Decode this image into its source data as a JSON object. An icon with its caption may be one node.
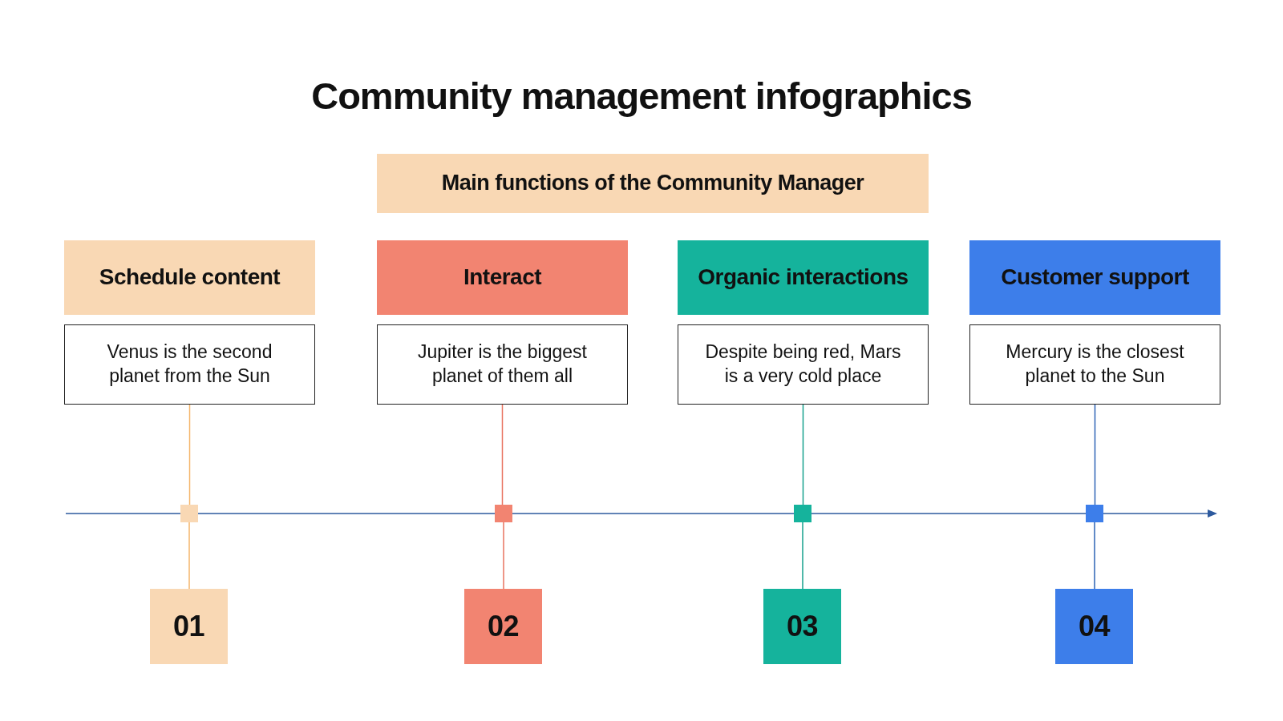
{
  "diagram": {
    "title": "Community management infographics",
    "nodes": [
      {
        "text": [
          "Main functions of the Community Manager"
        ]
      },
      {
        "text": [
          "Schedule content"
        ]
      },
      {
        "text": [
          "Interact"
        ]
      },
      {
        "text": [
          "Organic interactions"
        ]
      },
      {
        "text": [
          "Customer support"
        ]
      },
      {
        "text": [
          "Venus is the second planet from the Sun"
        ]
      },
      {
        "text": [
          "Jupiter is the biggest planet of them all"
        ]
      },
      {
        "text": [
          "Despite being red, Mars is a very cold place"
        ]
      },
      {
        "text": [
          "Mercury is the closest planet to the Sun"
        ]
      },
      {
        "text": [],
        "shape": "box"
      },
      {
        "text": [],
        "shape": "box"
      },
      {
        "text": [],
        "shape": "box"
      },
      {
        "text": [],
        "shape": "box"
      },
      {
        "text": [
          "01"
        ]
      },
      {
        "text": [
          "02"
        ]
      },
      {
        "text": [
          "03"
        ]
      },
      {
        "text": [
          "04"
        ]
      }
    ],
    "edges": [
      {
        "from": 5,
        "to": 9,
        "arrow": "none",
        "color": "#f5b56a"
      },
      {
        "from": 9,
        "to": 13,
        "arrow": "none",
        "color": "#f5b56a"
      },
      {
        "from": 6,
        "to": 10,
        "arrow": "none",
        "color": "#e8735f"
      },
      {
        "from": 10,
        "to": 14,
        "arrow": "none",
        "color": "#e8735f"
      },
      {
        "from": 7,
        "to": 11,
        "arrow": "none",
        "color": "#15a18c"
      },
      {
        "from": 11,
        "to": 15,
        "arrow": "none",
        "color": "#15a18c"
      },
      {
        "from": 8,
        "to": 12,
        "arrow": "none",
        "color": "#2d63b5"
      },
      {
        "from": 12,
        "to": 16,
        "arrow": "none",
        "color": "#2d63b5"
      }
    ]
  }
}
